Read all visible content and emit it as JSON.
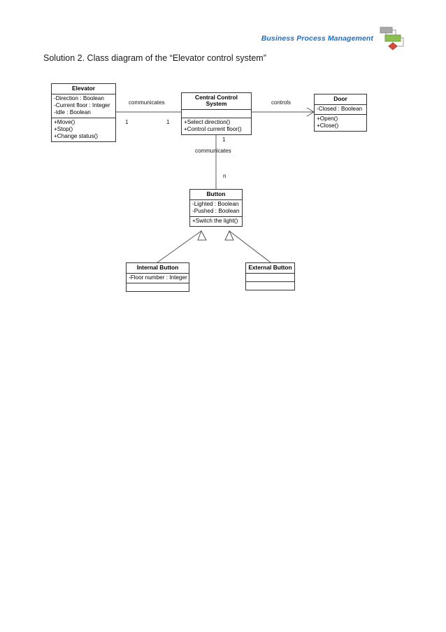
{
  "header": {
    "brand": "Business Process Management",
    "logo": {
      "name": "bpm-flowchart-logo",
      "shapes": [
        "gray-rectangle",
        "green-rectangle",
        "red-diamond"
      ],
      "gray": "#A8A8A8",
      "green": "#8CC152",
      "red": "#D94B3A"
    }
  },
  "title": "Solution 2. Class diagram of the “Elevator control system”",
  "diagram": {
    "type": "uml-class-diagram",
    "classes": [
      {
        "id": "elevator",
        "name": "Elevator",
        "attributes": [
          "-Direction : Boolean",
          "-Current floor : Integer",
          "-Idle : Boolean"
        ],
        "operations": [
          "+Move()",
          "+Stop()",
          "+Change status()"
        ]
      },
      {
        "id": "central-control-system",
        "name": "Central Control System",
        "attributes": [],
        "operations": [
          "+Select direction()",
          "+Control current floor()"
        ]
      },
      {
        "id": "door",
        "name": "Door",
        "attributes": [
          "-Closed : Boolean"
        ],
        "operations": [
          "+Open()",
          "+Close()"
        ]
      },
      {
        "id": "button",
        "name": "Button",
        "attributes": [
          "-Lighted : Boolean",
          "-Pushed : Boolean"
        ],
        "operations": [
          "+Switch the light()"
        ]
      },
      {
        "id": "internal-button",
        "name": "Internal Button",
        "attributes": [
          "-Floor number : Integer"
        ],
        "operations": []
      },
      {
        "id": "external-button",
        "name": "External Button",
        "attributes": [],
        "operations": []
      }
    ],
    "relationships": [
      {
        "id": "elevator-ccs",
        "kind": "association",
        "from": "elevator",
        "to": "central-control-system",
        "label": "communicates",
        "from_multiplicity": "1",
        "to_multiplicity": "1"
      },
      {
        "id": "ccs-door",
        "kind": "directed-association",
        "from": "central-control-system",
        "to": "door",
        "label": "controls",
        "from_multiplicity": "",
        "to_multiplicity": ""
      },
      {
        "id": "ccs-button",
        "kind": "association",
        "from": "central-control-system",
        "to": "button",
        "label": "communicates",
        "from_multiplicity": "1",
        "to_multiplicity": "n"
      },
      {
        "id": "internal-button-generalization",
        "kind": "generalization",
        "from": "internal-button",
        "to": "button",
        "label": ""
      },
      {
        "id": "external-button-generalization",
        "kind": "generalization",
        "from": "external-button",
        "to": "button",
        "label": ""
      }
    ]
  }
}
